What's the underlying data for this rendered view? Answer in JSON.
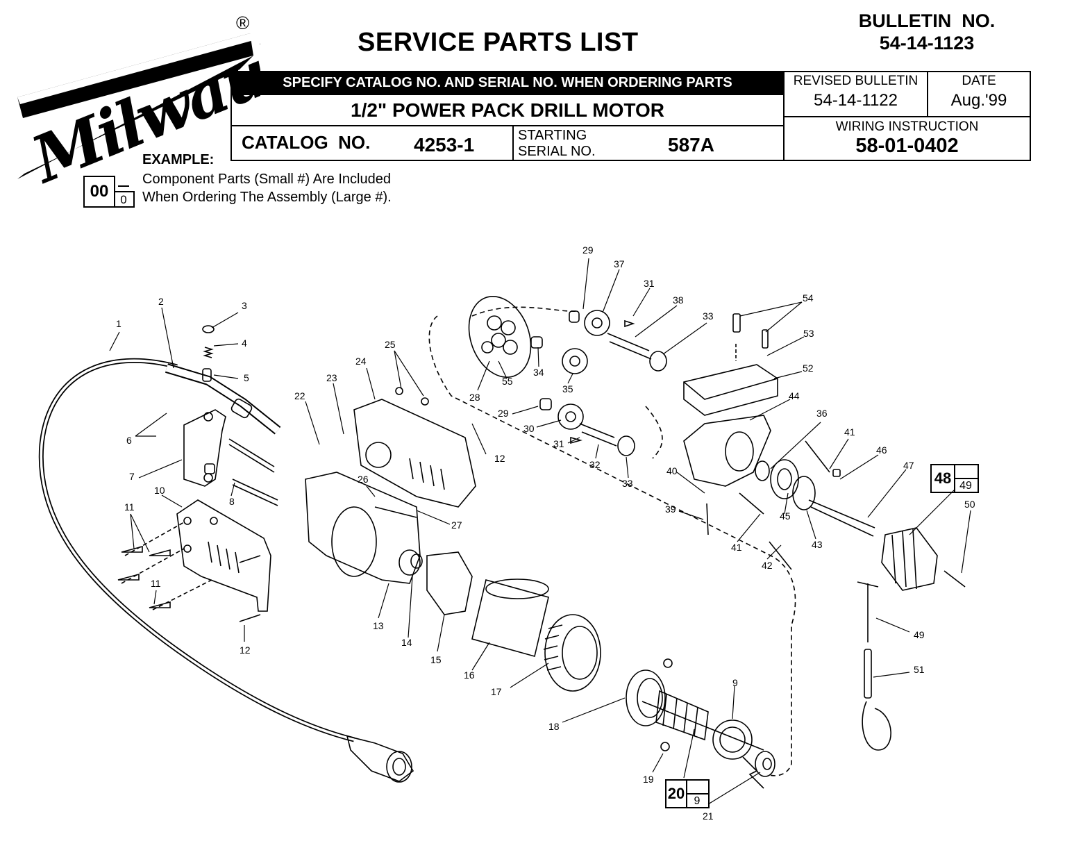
{
  "brand": {
    "logo_text": "Milwaukee",
    "registered": "®"
  },
  "title": "SERVICE PARTS LIST",
  "bulletin": {
    "label": "BULLETIN  NO.",
    "number": "54-14-1123"
  },
  "header": {
    "specify": "SPECIFY CATALOG NO. AND SERIAL NO. WHEN ORDERING PARTS",
    "product": "1/2\" POWER PACK DRILL MOTOR",
    "catalog_label": "CATALOG  NO.",
    "catalog_no": "4253-1",
    "starting_label_1": "STARTING",
    "starting_label_2": "SERIAL NO.",
    "serial": "587A",
    "revised_label": "REVISED BULLETIN",
    "revised_value": "54-14-1122",
    "date_label": "DATE",
    "date_value": "Aug.'99",
    "wiring_label": "WIRING INSTRUCTION",
    "wiring_value": "58-01-0402"
  },
  "example": {
    "label": "EXAMPLE:",
    "line1": "Component Parts (Small #) Are Included",
    "line2": "When Ordering The Assembly (Large #).",
    "big": "00",
    "small": "0"
  },
  "assemblies": [
    {
      "big": "48",
      "small": "49"
    },
    {
      "big": "20",
      "small": "9"
    }
  ],
  "callouts": [
    "1",
    "2",
    "3",
    "4",
    "5",
    "6",
    "7",
    "8",
    "10",
    "11",
    "11",
    "12",
    "12",
    "13",
    "14",
    "15",
    "16",
    "17",
    "18",
    "19",
    "21",
    "22",
    "23",
    "24",
    "25",
    "26",
    "27",
    "28",
    "29",
    "29",
    "30",
    "31",
    "31",
    "32",
    "33",
    "33",
    "34",
    "35",
    "36",
    "37",
    "38",
    "39",
    "40",
    "41",
    "41",
    "42",
    "43",
    "44",
    "45",
    "46",
    "47",
    "49",
    "50",
    "51",
    "52",
    "53",
    "54",
    "55",
    "9"
  ]
}
